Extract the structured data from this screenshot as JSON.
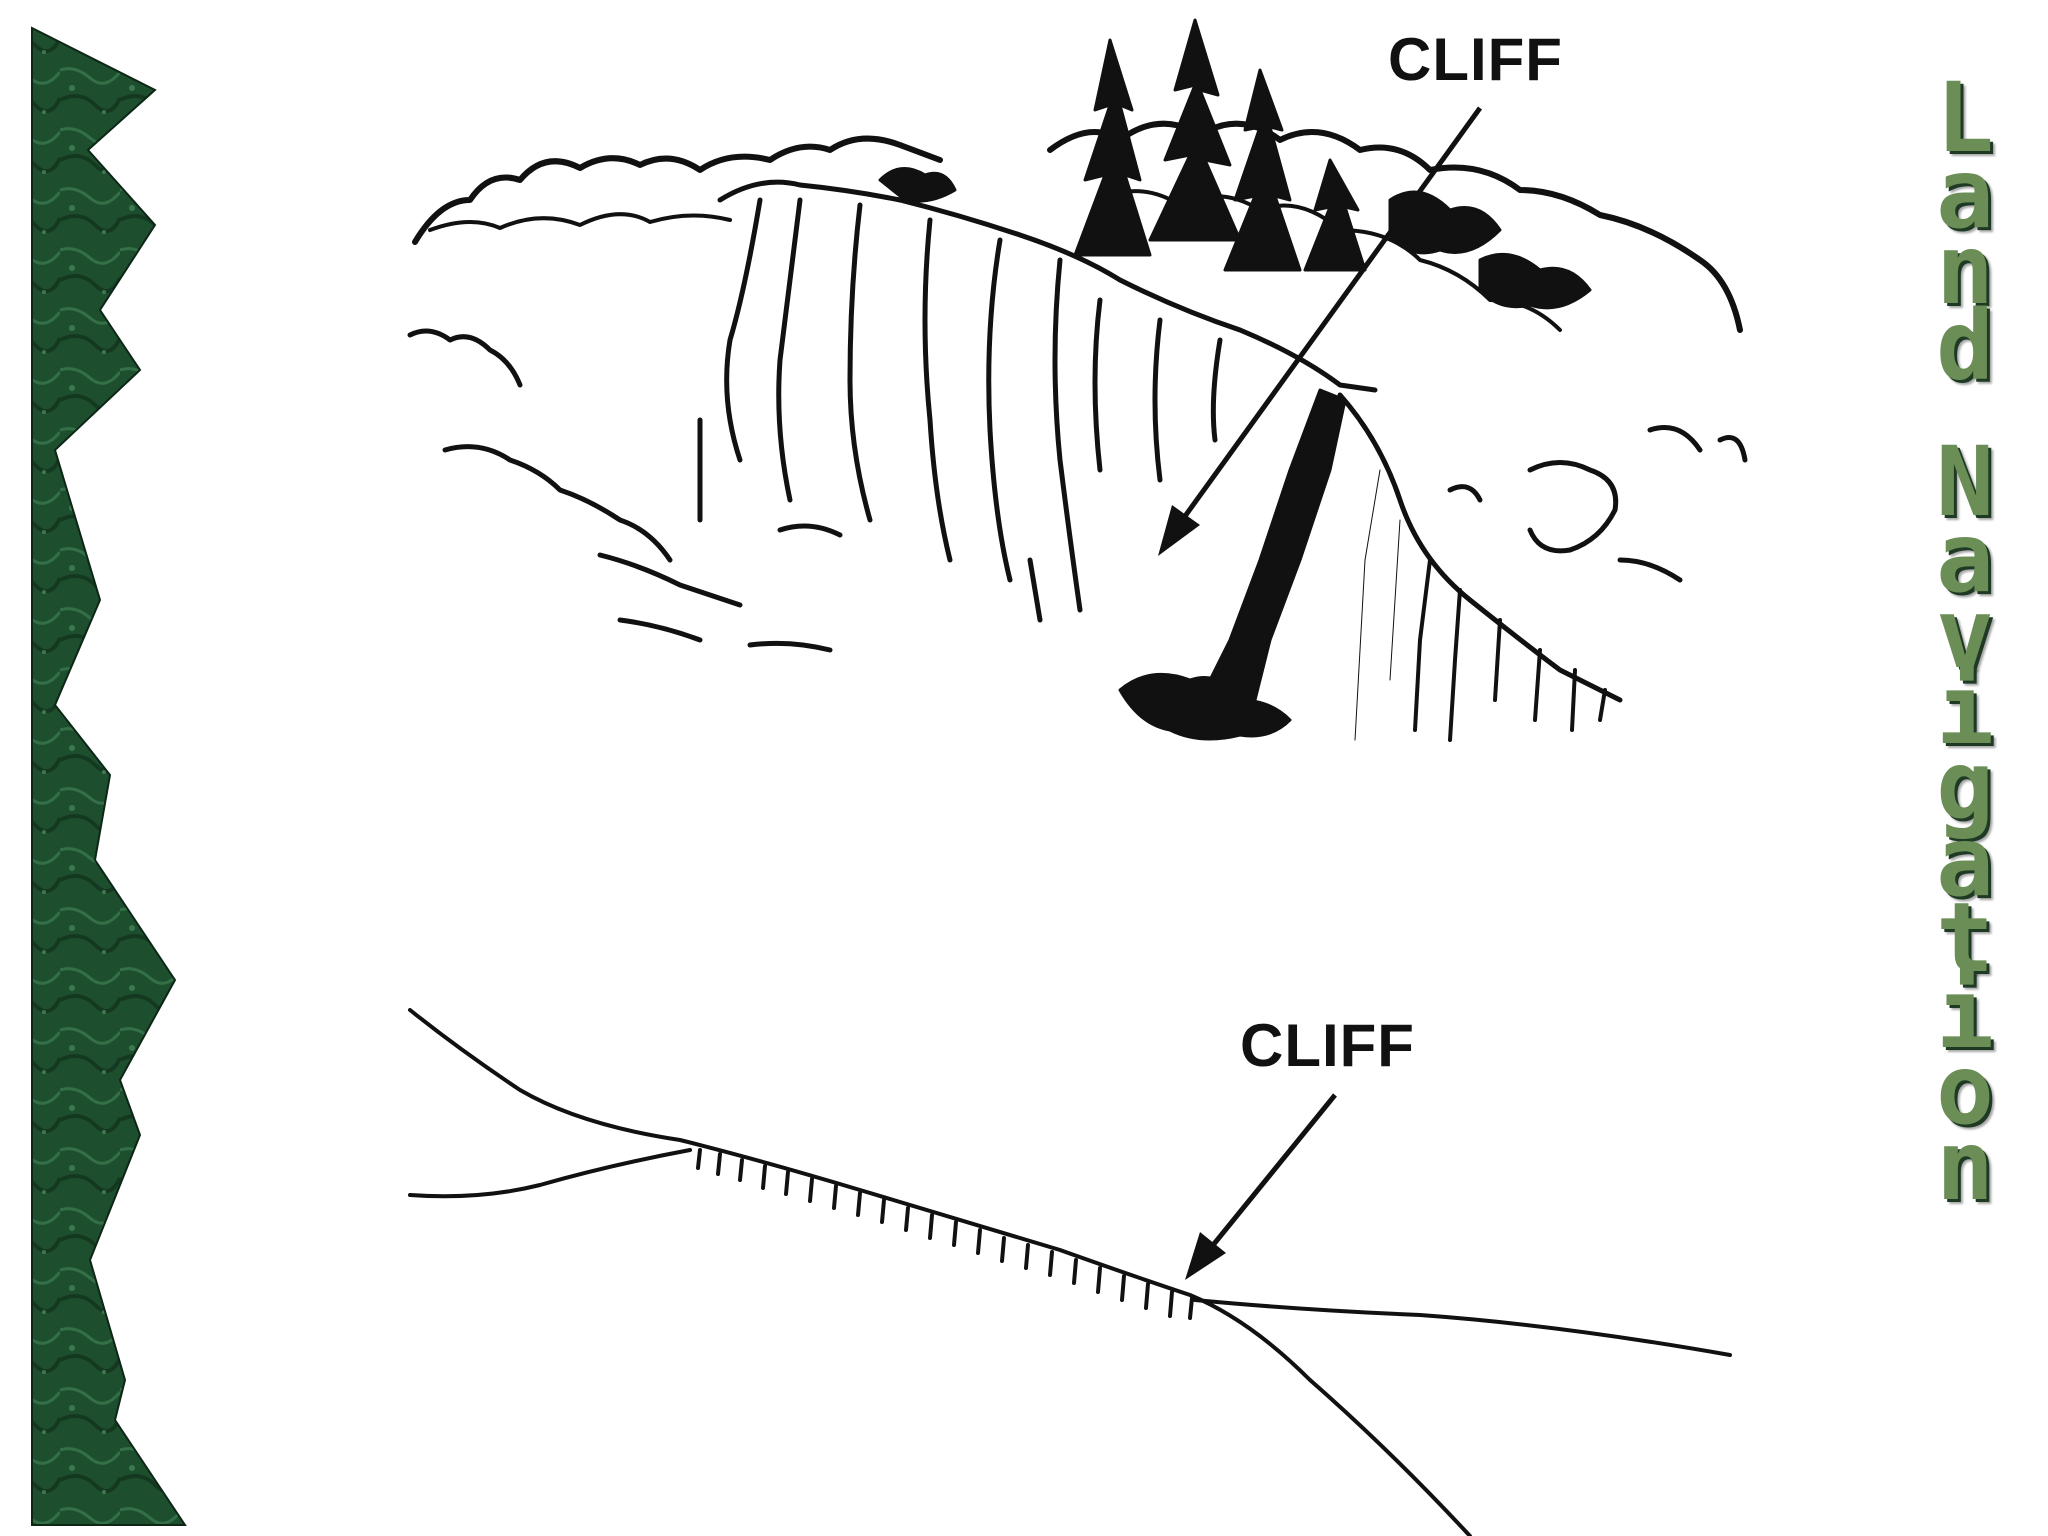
{
  "slide": {
    "title": "Land Navigation",
    "colors": {
      "border_green": "#1f5a34",
      "title_green": "#6b8e56",
      "ink": "#111111"
    }
  },
  "illustration": {
    "label": "CLIFF"
  },
  "map_symbol": {
    "label": "CLIFF"
  }
}
